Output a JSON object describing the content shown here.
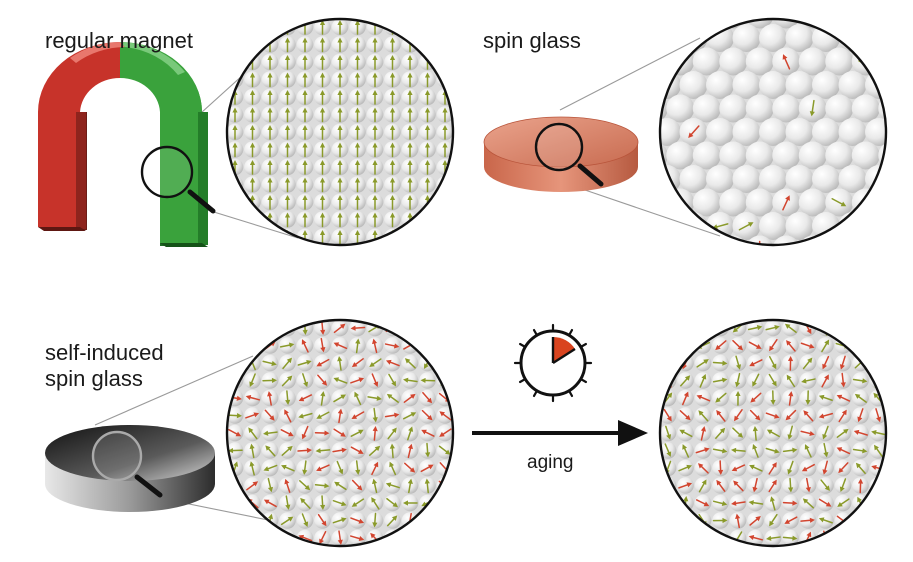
{
  "labels": {
    "regular_magnet": "regular magnet",
    "spin_glass": "spin glass",
    "self_induced_line1": "self-induced",
    "self_induced_line2": "spin glass",
    "aging": "aging"
  },
  "colors": {
    "magnet_red": "#c7332a",
    "magnet_green": "#3aa23c",
    "disk_copper": "#d9826a",
    "disk_black": "#2b2b2b",
    "arrow_olive": "#8a9a2a",
    "arrow_red": "#d2452f",
    "clock_wedge": "#d9441f",
    "sphere_grey": "#cfcfcf"
  },
  "icons": [
    "magnifier-icon",
    "clock-icon",
    "arrow-right-icon"
  ]
}
